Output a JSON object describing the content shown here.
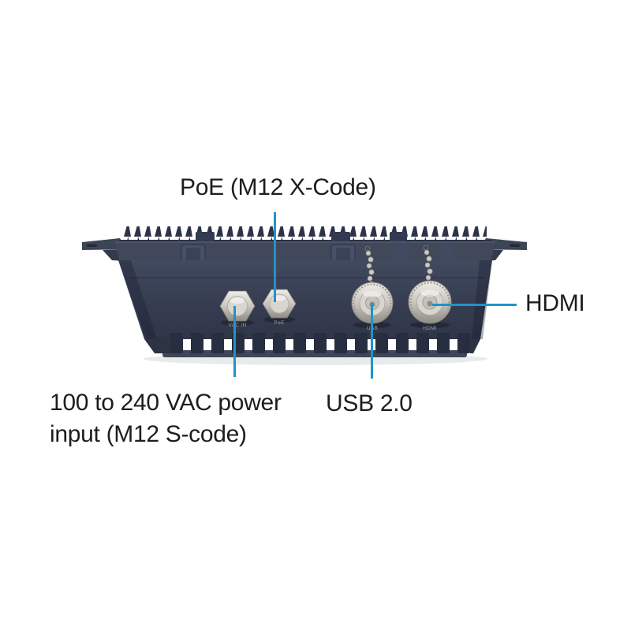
{
  "colors": {
    "background": "#ffffff",
    "accent_blue": "#2193c8",
    "label_text": "#1d1d1b",
    "device_body": "#3a4257",
    "device_dark": "#2c3242",
    "connector_silver": "#cfccc4"
  },
  "callouts": {
    "poe": {
      "label": "PoE (M12 X-Code)"
    },
    "hdmi": {
      "label": "HDMI"
    },
    "usb": {
      "label": "USB 2.0"
    },
    "power": {
      "line1": "100 to 240 VAC power",
      "line2": "input (M12 S-code)"
    }
  },
  "device": {
    "ports": [
      {
        "tag": "VAC IN"
      },
      {
        "tag": "PoE"
      },
      {
        "tag": "USB"
      },
      {
        "tag": "HDMI"
      }
    ]
  }
}
